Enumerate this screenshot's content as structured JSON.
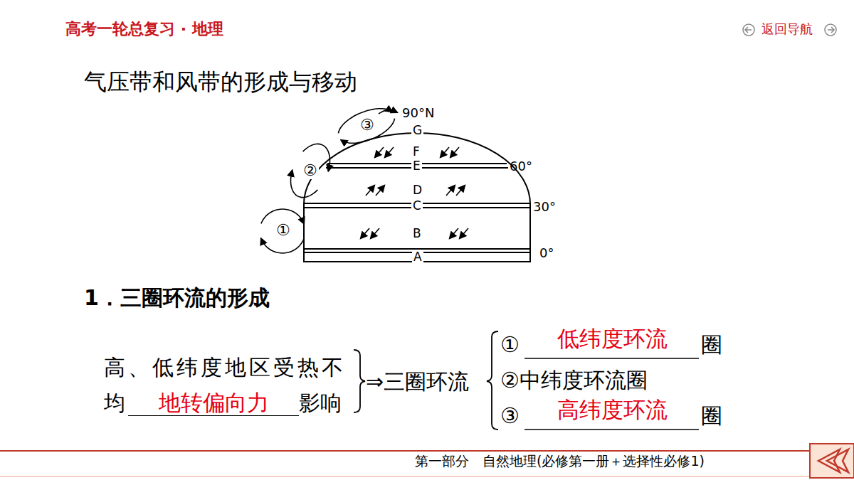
{
  "diagram": {
    "title": "气压带和风带的形成与移动",
    "labels": [
      "高考一轮总复习 · 地理",
      "返回导航",
      "90°N",
      "60°",
      "30°",
      "0°",
      "①",
      "②",
      "③",
      "A",
      "B",
      "C",
      "D",
      "E",
      "F",
      "G",
      "1．三圈环流的形成",
      "高、低纬度地区受热不均",
      "地转偏向力",
      "影响",
      "⇒三圈环流",
      "①",
      "低纬度环流",
      "圈",
      "②中纬度环流圈",
      "③",
      "高纬度环流",
      "圈",
      "第一部分　自然地理(必修第一册＋选择性必修1)"
    ]
  }
}
